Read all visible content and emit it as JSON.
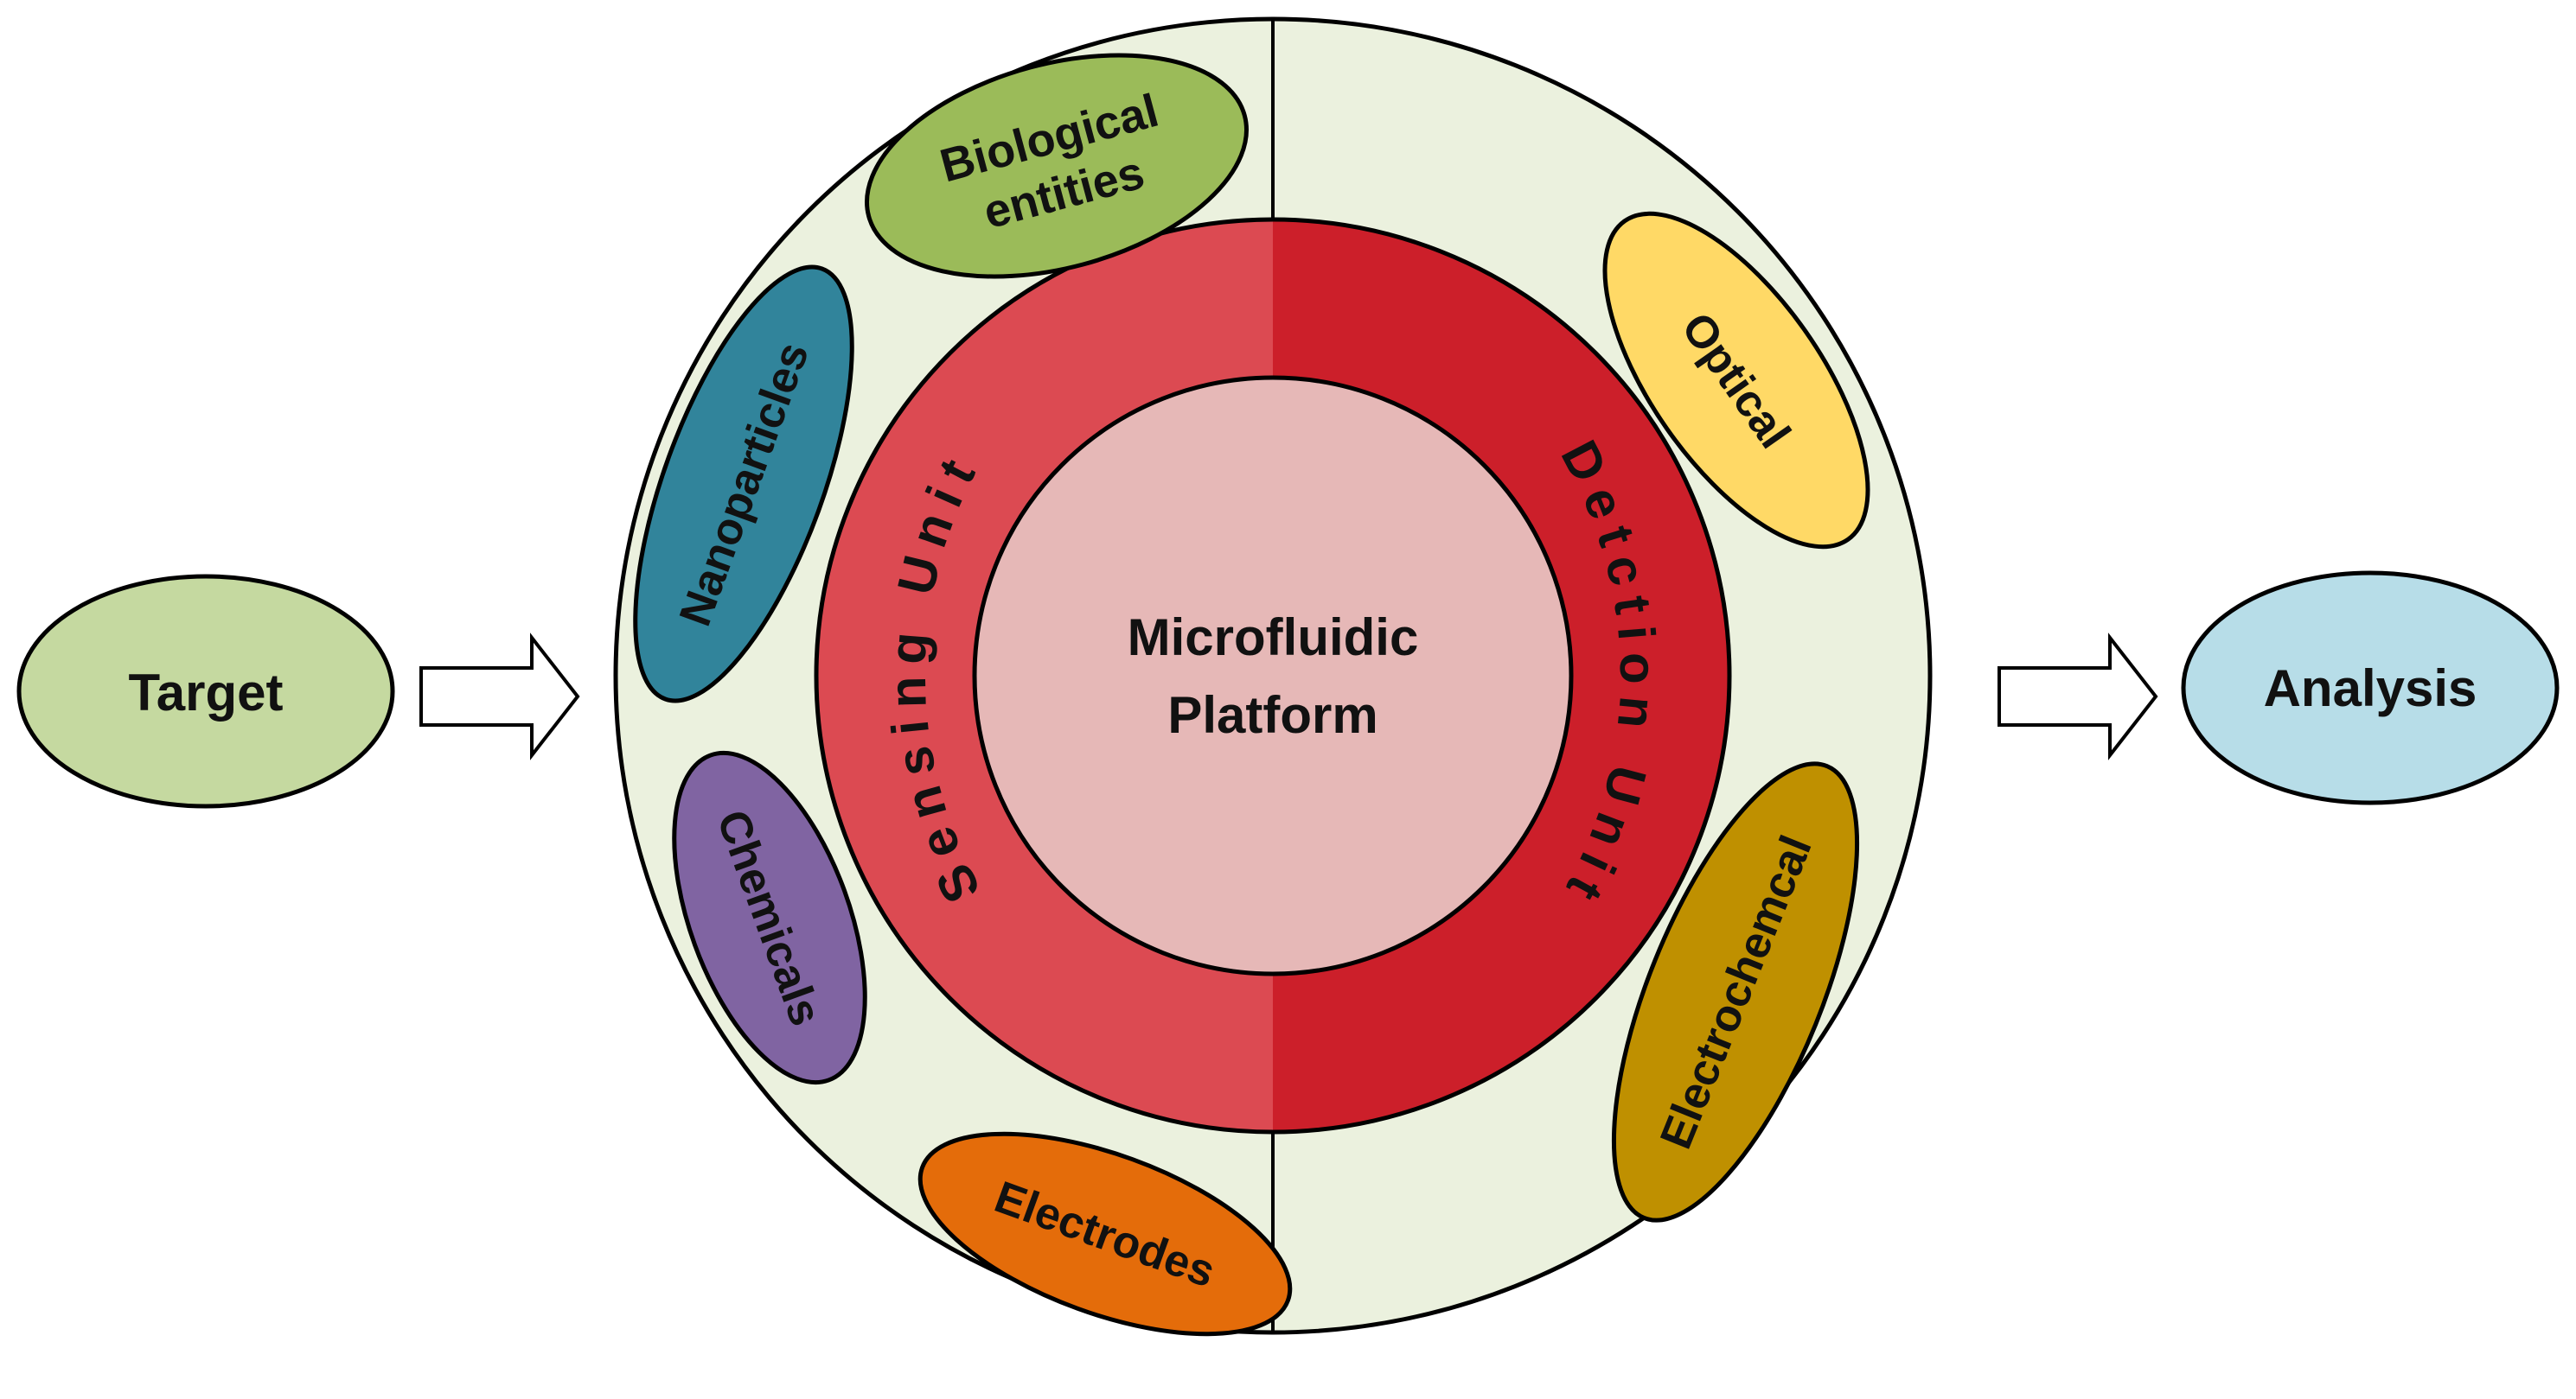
{
  "center": {
    "line1": "Microfluidic",
    "line2": "Platform"
  },
  "ring": {
    "left_label": "Sensing Unit",
    "right_label": "Detction Unit",
    "color_left": "#dc4a52",
    "color_right": "#cc1f2a"
  },
  "input": {
    "label": "Target",
    "color": "#c5d9a0"
  },
  "output": {
    "label": "Analysis",
    "color": "#b7dde8"
  },
  "sensing_elements": [
    {
      "label1": "Biological",
      "label2": "entities",
      "color": "#9bbb59"
    },
    {
      "label1": "Nanoparticles",
      "color": "#31849b"
    },
    {
      "label1": "Chemicals",
      "color": "#8064a2"
    },
    {
      "label1": "Electrodes",
      "color": "#e46c0a"
    }
  ],
  "detection_elements": [
    {
      "label1": "Optical",
      "color": "#ffd966"
    },
    {
      "label1": "Electrochemcal",
      "color": "#bf9000"
    }
  ],
  "colors": {
    "outer_circle": "#ebf1de",
    "center_circle": "#e6b8b7"
  }
}
